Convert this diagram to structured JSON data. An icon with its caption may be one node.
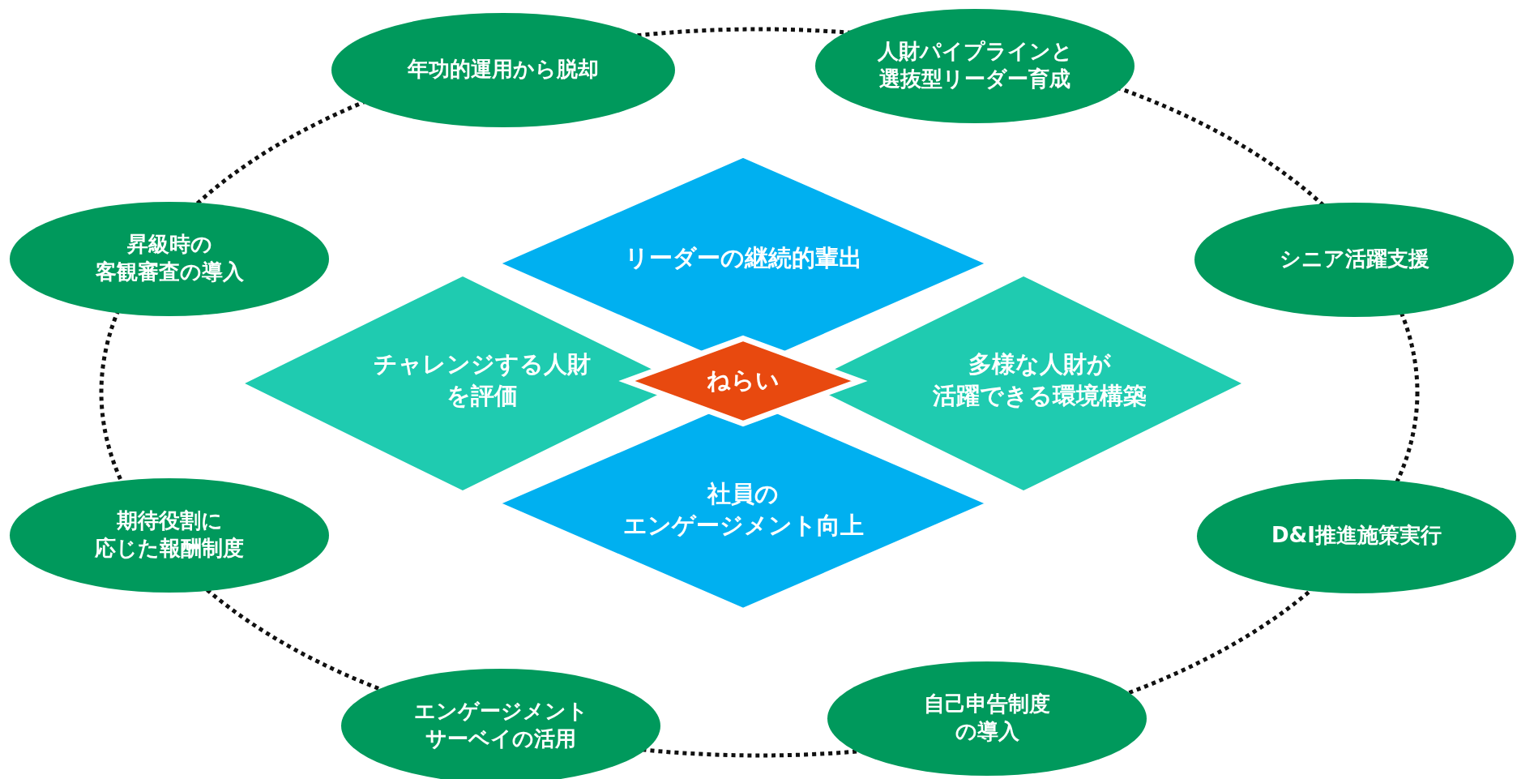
{
  "diagram": {
    "nodes": [
      {
        "text": [
          "年功的運用から脱却"
        ]
      },
      {
        "text": [
          "人財パイプラインと選抜型リーダー育成"
        ]
      },
      {
        "text": [
          "昇級時の客観審査の導入"
        ]
      },
      {
        "text": [
          "シニア活躍支援"
        ]
      },
      {
        "text": [
          "リーダーの継続的輩出"
        ]
      },
      {
        "text": [
          "チャレンジする人財を評価"
        ]
      },
      {
        "text": [
          "ねらい"
        ]
      },
      {
        "text": [
          "多様な人財が活躍できる環境構築"
        ]
      },
      {
        "text": [
          "社員のエンゲージメント向上"
        ]
      },
      {
        "text": [
          "期待役割に応じた報酬制度"
        ]
      },
      {
        "text": [
          "D&I推進施策実行"
        ]
      },
      {
        "text": [
          "エンゲージメントサーベイの活用"
        ]
      },
      {
        "text": [
          "自己申告制度の導入"
        ]
      }
    ]
  }
}
